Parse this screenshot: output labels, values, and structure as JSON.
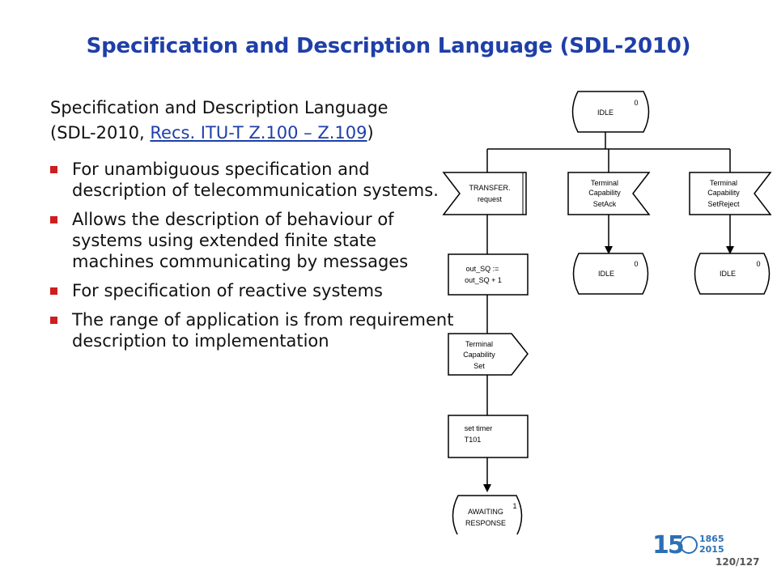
{
  "title": "Specification and Description Language (SDL-2010)",
  "intro": {
    "line1": "Specification and Description Language",
    "line2_prefix": "(SDL-2010, ",
    "link_text": "Recs. ITU-T Z.100 – Z.109",
    "line2_suffix": ")"
  },
  "bullets": [
    "For unambiguous specification and description of telecommunication systems.",
    "Allows the description of behaviour of systems using extended finite state machines communicating by messages",
    "For specification of reactive systems",
    "The range of application is from requirement description to implementation"
  ],
  "diagram": {
    "start_state": {
      "label": "IDLE",
      "number": "0"
    },
    "inputs": [
      {
        "lines": [
          "TRANSFER.",
          "request"
        ]
      },
      {
        "lines": [
          "Terminal",
          "Capability",
          "SetAck"
        ]
      },
      {
        "lines": [
          "Terminal",
          "Capability",
          "SetReject"
        ]
      }
    ],
    "end_states": [
      {
        "label": "IDLE",
        "number": "0"
      },
      {
        "label": "IDLE",
        "number": "0"
      }
    ],
    "task1": {
      "lines": [
        "out_SQ :=",
        "out_SQ + 1"
      ]
    },
    "output": {
      "lines": [
        "Terminal",
        "Capability",
        "Set"
      ]
    },
    "task2": {
      "lines": [
        "set timer",
        "T101"
      ]
    },
    "final_state": {
      "lines": [
        "AWAITING",
        "RESPONSE"
      ],
      "number": "1"
    }
  },
  "logo": {
    "number": "15",
    "years": [
      "1865",
      "2015"
    ]
  },
  "page_number": "120/127",
  "colors": {
    "title": "#1f3fa8",
    "bullet": "#cc1f1f",
    "logo": "#2c6fb5"
  }
}
